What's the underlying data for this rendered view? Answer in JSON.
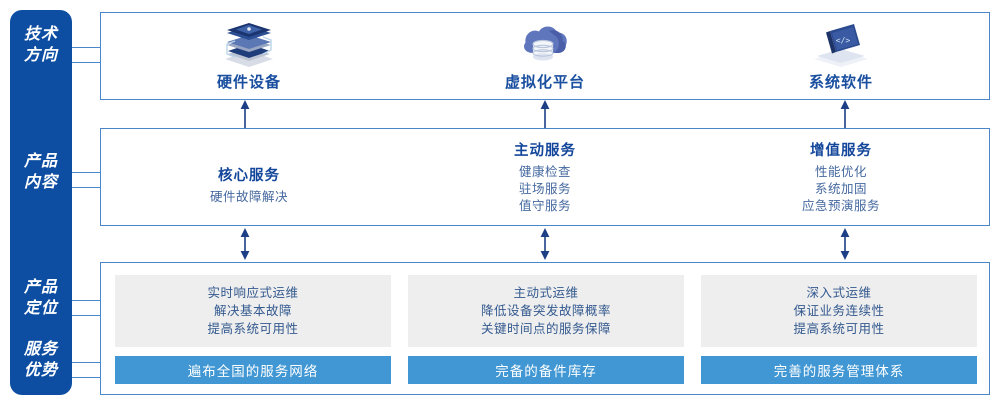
{
  "rail": {
    "items": [
      {
        "name": "tech-direction",
        "lines": [
          "技术",
          "方向"
        ]
      },
      {
        "name": "product-content",
        "lines": [
          "产品",
          "内容"
        ]
      },
      {
        "name": "product-position",
        "lines": [
          "产品",
          "定位"
        ]
      },
      {
        "name": "service-advantage",
        "lines": [
          "服务",
          "优势"
        ]
      }
    ],
    "color": "#0d4ea2"
  },
  "tech_row": {
    "columns": [
      {
        "icon": "server-stack-icon",
        "label": "硬件设备"
      },
      {
        "icon": "cloud-database-icon",
        "label": "虚拟化平台"
      },
      {
        "icon": "laptop-code-icon",
        "label": "系统软件"
      }
    ]
  },
  "content_row": {
    "columns": [
      {
        "title": "核心服务",
        "lines": [
          "硬件故障解决"
        ]
      },
      {
        "title": "主动服务",
        "lines": [
          "健康检查",
          "驻场服务",
          "值守服务"
        ]
      },
      {
        "title": "增值服务",
        "lines": [
          "性能优化",
          "系统加固",
          "应急预演服务"
        ]
      }
    ]
  },
  "position_row": {
    "boxes": [
      {
        "lines": [
          "实时响应式运维",
          "解决基本故障",
          "提高系统可用性"
        ]
      },
      {
        "lines": [
          "主动式运维",
          "降低设备突发故障概率",
          "关键时间点的服务保障"
        ]
      },
      {
        "lines": [
          "深入式运维",
          "保证业务连续性",
          "提高系统可用性"
        ]
      }
    ],
    "background": "#eeeeee"
  },
  "advantage_row": {
    "boxes": [
      {
        "label": "遍布全国的服务网络"
      },
      {
        "label": "完备的备件库存"
      },
      {
        "label": "完善的服务管理体系"
      }
    ],
    "background": "#4197d3"
  },
  "theme": {
    "panel_border": "#4a86c8",
    "title_blue": "#14479b",
    "body_blue": "#44689f"
  }
}
